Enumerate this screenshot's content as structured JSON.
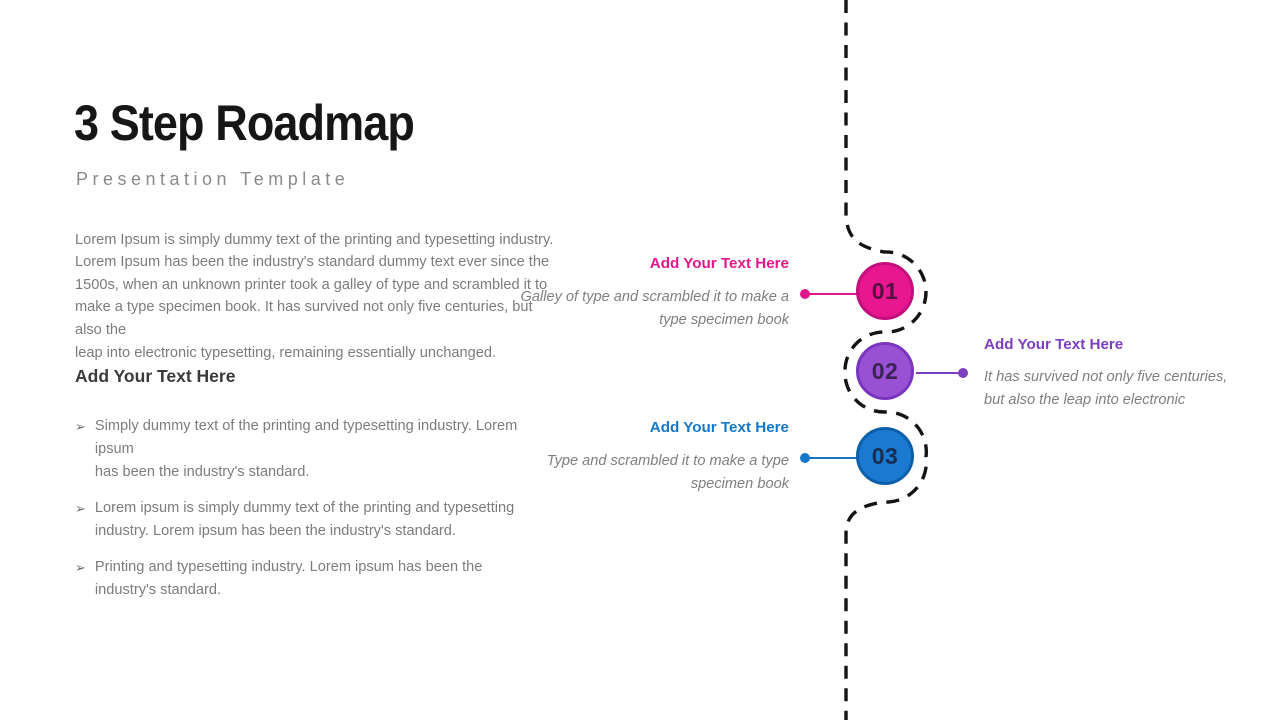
{
  "slide": {
    "title": "3 Step Roadmap",
    "subtitle": "Presentation Template",
    "intro": "Lorem Ipsum is simply dummy text of the printing and typesetting industry.\nLorem Ipsum has been the industry's standard dummy text ever since the\n1500s, when an unknown printer took a galley of type and scrambled it to\nmake a type specimen book. It has survived not only five centuries, but also the\nleap into electronic typesetting, remaining essentially unchanged.",
    "section_heading": "Add Your Text Here",
    "bullet_glyph": "➢",
    "bullets": [
      "Simply dummy text of the printing and typesetting industry. Lorem ipsum\nhas been the industry's standard.",
      "Lorem ipsum is simply dummy text of the printing and typesetting\nindustry. Lorem ipsum has been the industry's standard.",
      "Printing and typesetting industry. Lorem ipsum has been the\nindustry's standard."
    ],
    "steps": [
      {
        "number": "01",
        "label": "Add Your Text Here",
        "description": "Galley of type and scrambled it to make a\ntype specimen book",
        "fill": "#E8178F",
        "border": "#C30E7C",
        "accent": "#E4168B"
      },
      {
        "number": "02",
        "label": "Add Your Text Here",
        "description": "It has survived not only five centuries,\nbut also the leap into electronic",
        "fill": "#9851D3",
        "border": "#7935BD",
        "accent": "#7E3EC1"
      },
      {
        "number": "03",
        "label": "Add Your Text Here",
        "description": "Type and scrambled it to make a type\nspecimen book",
        "fill": "#1A7ACF",
        "border": "#0D5FA9",
        "accent": "#1577C8"
      }
    ],
    "colors": {
      "path": "#141414"
    }
  }
}
